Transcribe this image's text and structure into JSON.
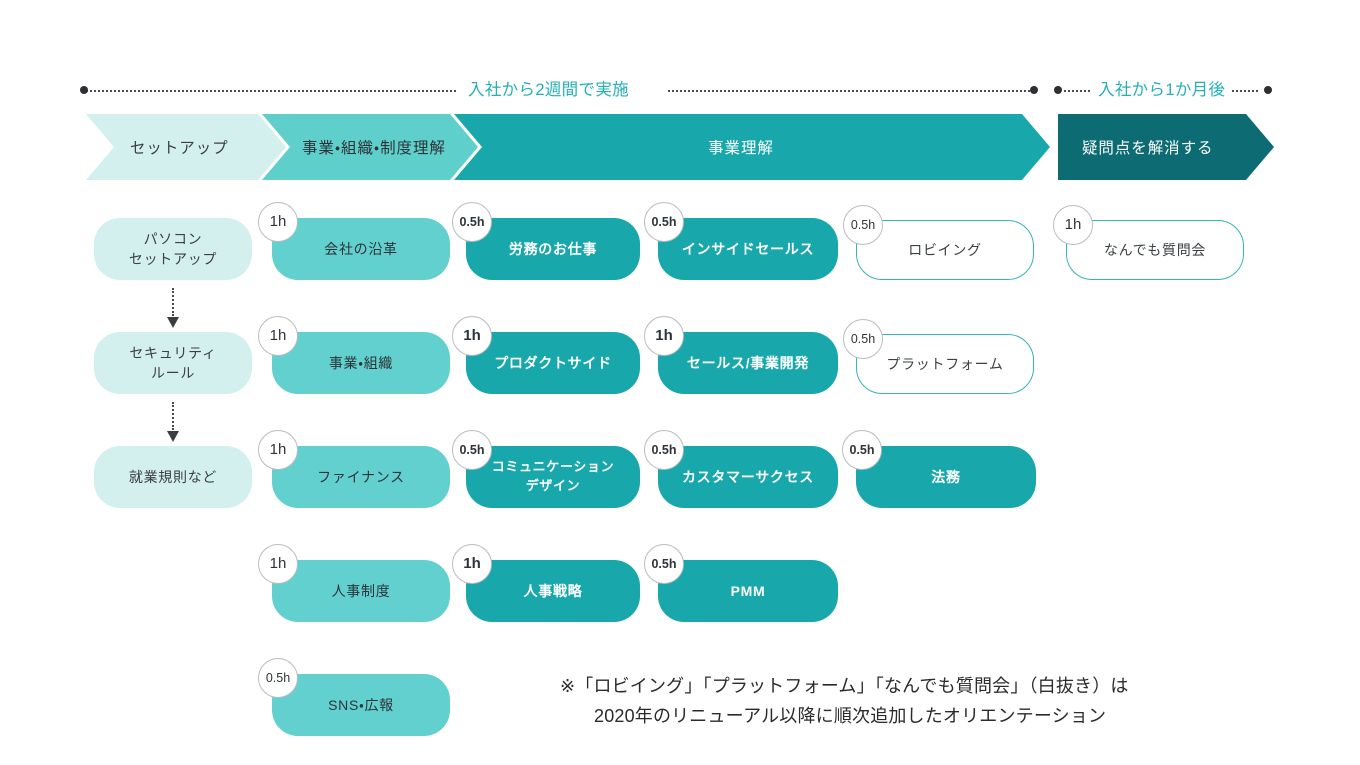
{
  "timeline": {
    "segments": [
      {
        "label": "入社から2週間で実施",
        "label_color": "#24b0b7"
      },
      {
        "label": "入社から1か月後",
        "label_color": "#24b0b7"
      }
    ]
  },
  "banner": {
    "segments": [
      {
        "label": "セットアップ",
        "fill": "#d3efee",
        "text_color": "#3b4044"
      },
      {
        "label": "事業・組織・制度理解",
        "fill": "#5fcfcb",
        "text_color": "#2d3438"
      },
      {
        "label": "事業理解",
        "fill": "#18a7ab",
        "text_color": "#ffffff"
      },
      {
        "label": "疑問点を解消する",
        "fill": "#0d6b74",
        "text_color": "#ffffff"
      }
    ]
  },
  "columns": [
    {
      "name": "setup",
      "cards": [
        {
          "label": "パソコン\nセットアップ",
          "duration": "",
          "style": "plain"
        },
        {
          "label": "セキュリティ\nルール",
          "duration": "",
          "style": "plain"
        },
        {
          "label": "就業規則など",
          "duration": "",
          "style": "plain"
        }
      ]
    },
    {
      "name": "business-org-system",
      "cards": [
        {
          "label": "会社の沿革",
          "duration": "1h",
          "style": "light"
        },
        {
          "label": "事業・組織",
          "duration": "1h",
          "style": "light"
        },
        {
          "label": "ファイナンス",
          "duration": "1h",
          "style": "light"
        },
        {
          "label": "人事制度",
          "duration": "1h",
          "style": "light"
        },
        {
          "label": "SNS・広報",
          "duration": "0.5h",
          "style": "light"
        }
      ]
    },
    {
      "name": "business-understanding-a",
      "cards": [
        {
          "label": "労務のお仕事",
          "duration": "0.5h",
          "style": "mid"
        },
        {
          "label": "プロダクトサイド",
          "duration": "1h",
          "style": "mid"
        },
        {
          "label": "コミュニケーション\nデザイン",
          "duration": "0.5h",
          "style": "mid"
        },
        {
          "label": "人事戦略",
          "duration": "1h",
          "style": "mid"
        }
      ]
    },
    {
      "name": "business-understanding-b",
      "cards": [
        {
          "label": "インサイドセールス",
          "duration": "0.5h",
          "style": "mid"
        },
        {
          "label": "セールス/事業開発",
          "duration": "1h",
          "style": "mid"
        },
        {
          "label": "カスタマーサクセス",
          "duration": "0.5h",
          "style": "mid"
        },
        {
          "label": "PMM",
          "duration": "0.5h",
          "style": "mid"
        }
      ]
    },
    {
      "name": "business-understanding-c",
      "cards": [
        {
          "label": "ロビイング",
          "duration": "0.5h",
          "style": "outline"
        },
        {
          "label": "プラットフォーム",
          "duration": "0.5h",
          "style": "outline"
        },
        {
          "label": "法務",
          "duration": "0.5h",
          "style": "mid"
        }
      ]
    },
    {
      "name": "question-resolution",
      "cards": [
        {
          "label": "なんでも質問会",
          "duration": "1h",
          "style": "outline"
        }
      ]
    }
  ],
  "footnote": {
    "line1": "※「ロビイング」「プラットフォーム」「なんでも質問会」（白抜き）は",
    "line2": "2020年のリニューアル以降に順次追加したオリエンテーション"
  },
  "colors": {
    "accent": "#24b0b7",
    "banner_dark": "#0d6b74",
    "banner_mid": "#18a7ab",
    "banner_light": "#5fcfcb",
    "banner_pale": "#d3efee",
    "outline_border": "#35b3b6",
    "dot": "#2f2f33"
  }
}
